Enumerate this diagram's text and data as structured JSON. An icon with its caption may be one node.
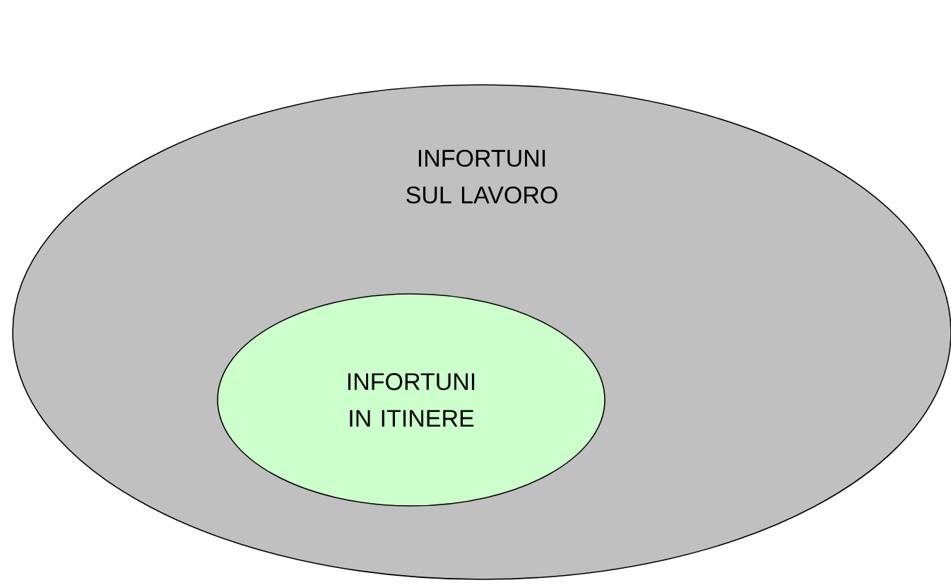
{
  "diagram": {
    "nodes": [
      {
        "text": [
          "INFORTUNI SUL LAVORO"
        ]
      },
      {
        "text": [
          "INFORTUNI IN ITINERE"
        ],
        "in": 0
      }
    ]
  }
}
